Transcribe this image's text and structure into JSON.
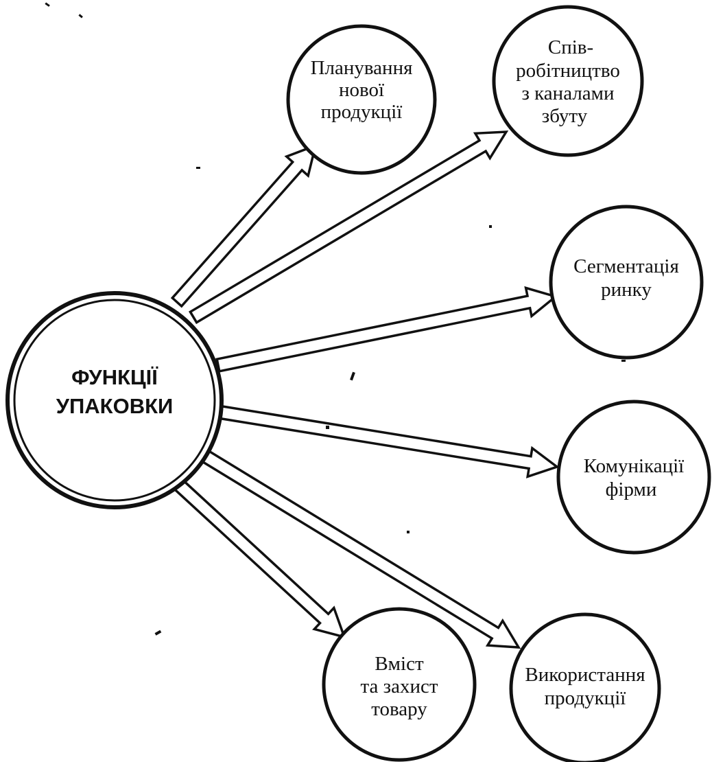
{
  "diagram": {
    "center": {
      "lines": [
        "ФУНКЦІЇ",
        "УПАКОВКИ"
      ]
    },
    "nodes": [
      {
        "id": "planning",
        "lines": [
          "Планування",
          "нової",
          "продукції"
        ]
      },
      {
        "id": "cooperation",
        "lines": [
          "Спів-",
          "робітництво",
          "з каналами",
          "збуту"
        ]
      },
      {
        "id": "segmentation",
        "lines": [
          "Сегментація",
          "ринку"
        ]
      },
      {
        "id": "communications",
        "lines": [
          "Комунікації",
          "фірми"
        ]
      },
      {
        "id": "usage",
        "lines": [
          "Використання",
          "продукції"
        ]
      },
      {
        "id": "content",
        "lines": [
          "Вміст",
          "та захист",
          "товару"
        ]
      }
    ],
    "colors": {
      "ink": "#111111",
      "paper": "#ffffff"
    }
  }
}
